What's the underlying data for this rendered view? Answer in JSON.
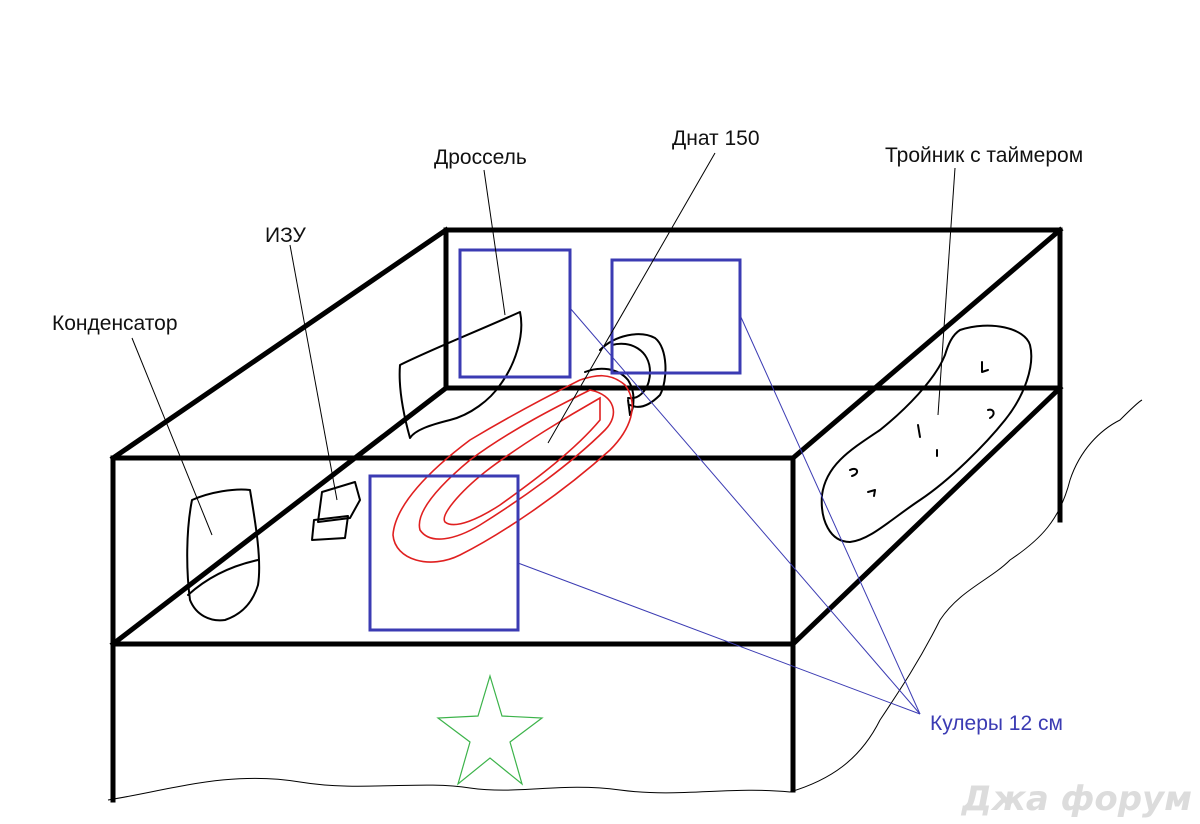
{
  "labels": {
    "condenser": "Конденсатор",
    "igniter": "ИЗУ",
    "ballast": "Дроссель",
    "lamp": "Днат 150",
    "timer": "Тройник с таймером",
    "coolers": "Кулеры 12 см"
  },
  "watermark": "Джа форум",
  "colors": {
    "frame": "#000000",
    "fan": "#3b3bb3",
    "lamp_glow": "#e02020",
    "star": "#3cb34a",
    "coolers_label": "#3b3bb3"
  }
}
